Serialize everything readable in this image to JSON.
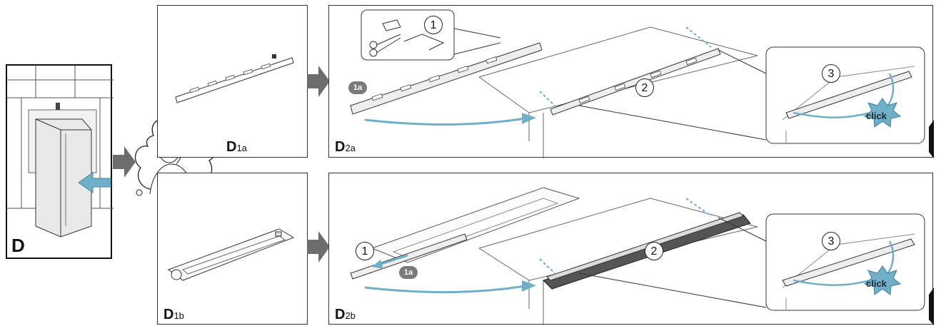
{
  "panels": {
    "d": {
      "label": "D"
    },
    "d1a": {
      "label_main": "D",
      "label_sub": "1a"
    },
    "d1b": {
      "label_main": "D",
      "label_sub": "1b"
    },
    "d2a": {
      "label_main": "D",
      "label_sub": "2a"
    },
    "d2b": {
      "label_main": "D",
      "label_sub": "2b"
    }
  },
  "thought": {
    "symbol": "?"
  },
  "steps": {
    "one": "1",
    "two": "2",
    "three": "3"
  },
  "badge": {
    "text": "1a"
  },
  "callout": {
    "text": "click"
  },
  "colors": {
    "accent_blue": "#6fb0c8",
    "arrow_gray": "#6d6d6d",
    "outline": "#333333"
  }
}
